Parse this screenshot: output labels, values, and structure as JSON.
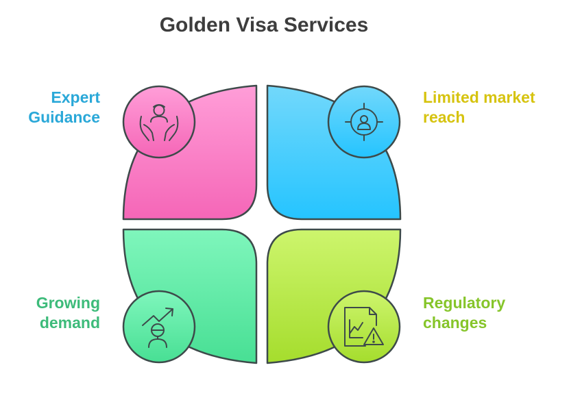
{
  "title": "Golden Visa Services",
  "quadrants": [
    {
      "id": "expert-guidance",
      "label_lines": [
        "Expert",
        "Guidance"
      ],
      "label_color": "#2aa8d8",
      "fill_top": "#ff9ed8",
      "fill_bottom": "#f566b7",
      "icon": "person-in-hands-icon"
    },
    {
      "id": "limited-market-reach",
      "label_lines": [
        "Limited market",
        "reach"
      ],
      "label_color": "#d6c30f",
      "fill_top": "#72d8fb",
      "fill_bottom": "#25c4ff",
      "icon": "target-person-icon"
    },
    {
      "id": "growing-demand",
      "label_lines": [
        "Growing",
        "demand"
      ],
      "label_color": "#3dbb7a",
      "fill_top": "#7ff6bc",
      "fill_bottom": "#48df94",
      "icon": "person-rising-arrow-icon"
    },
    {
      "id": "regulatory-changes",
      "label_lines": [
        "Regulatory",
        "changes"
      ],
      "label_color": "#86c52a",
      "fill_top": "#cdf56d",
      "fill_bottom": "#a5dd2d",
      "icon": "document-warning-icon"
    }
  ],
  "colors": {
    "outline": "#3d4a4a",
    "title": "#3d3d3d"
  }
}
